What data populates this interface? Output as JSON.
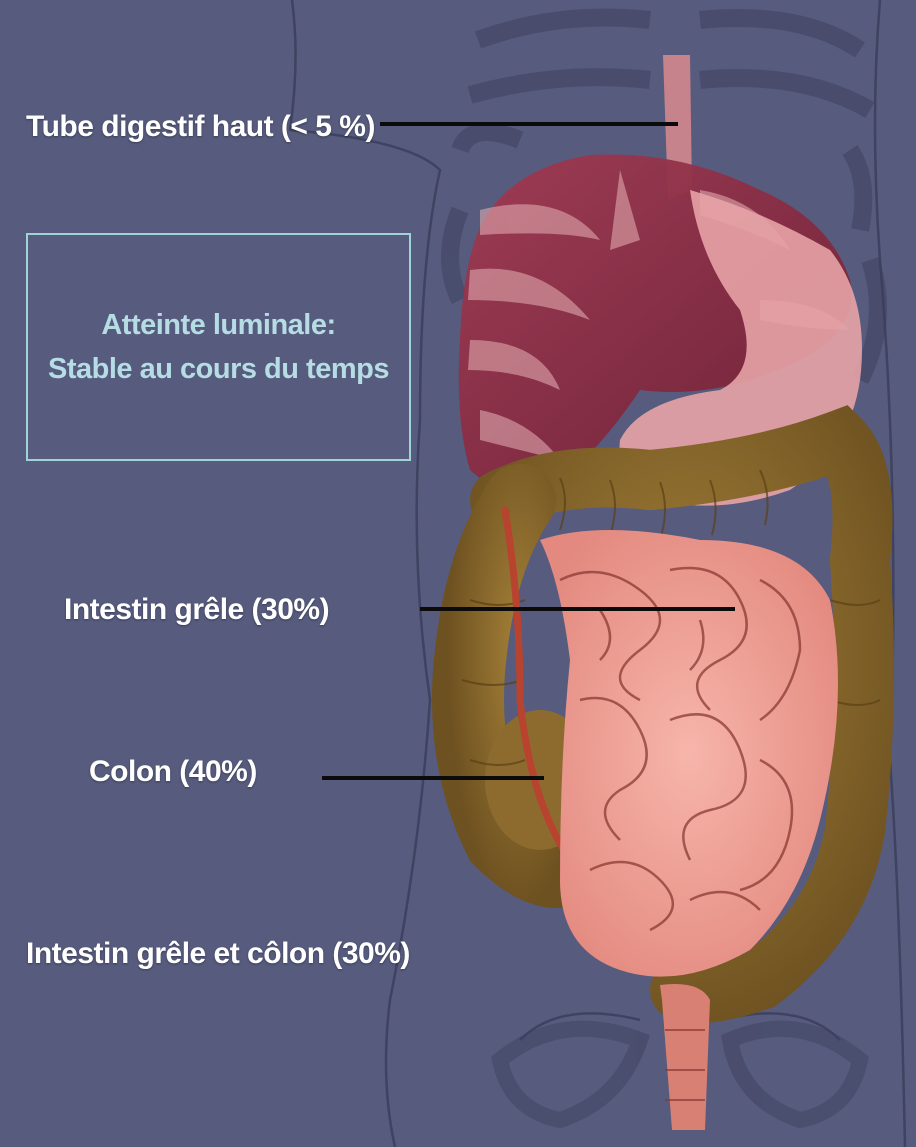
{
  "labels": {
    "upper_gi": "Tube digestif haut (< 5 %)",
    "small_intestine": "Intestin grêle (30%)",
    "colon": "Colon (40%)",
    "small_intestine_and_colon": "Intestin grêle et côlon (30%)"
  },
  "callout_box": {
    "line1": "Atteinte luminale:",
    "line2": "Stable au cours du temps"
  },
  "colors": {
    "background": "#575b7e",
    "label_text": "#ffffff",
    "box_border": "#9fd3d6",
    "box_text": "#b5dde3",
    "leader_line": "#0b0b0b",
    "liver": "#8e2e45",
    "stomach": "#e7a3a6",
    "colon": "#8d6b2e",
    "small_intestine": "#ee9e96"
  }
}
